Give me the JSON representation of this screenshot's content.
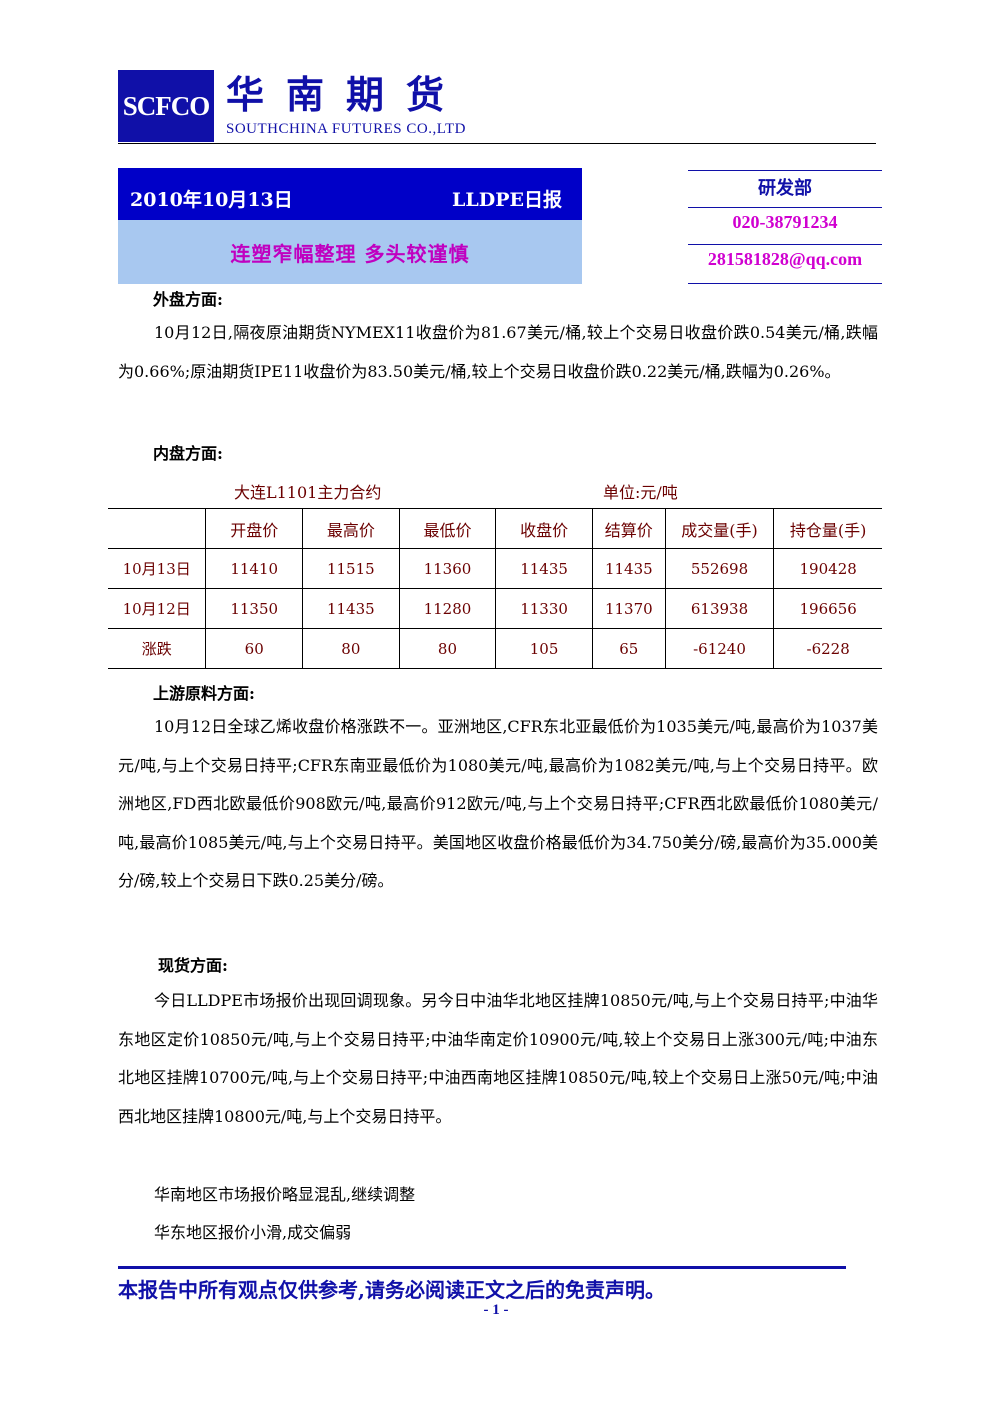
{
  "header": {
    "logo_text": "SCFCO",
    "company_cn": "华南期货",
    "company_en": "SOUTHCHINA FUTURES CO.,LTD"
  },
  "title": {
    "date": "2010年10月13日",
    "report": "LLDPE日报",
    "headline": "连塑窄幅整理 多头较谨慎"
  },
  "contact": {
    "dept": "研发部",
    "phone": "020-38791234",
    "email": "281581828@qq.com"
  },
  "sections": {
    "foreign": {
      "heading": "外盘方面:",
      "text": "10月12日,隔夜原油期货NYMEX11收盘价为81.67美元/桶,较上个交易日收盘价跌0.54美元/桶,跌幅为0.66%;原油期货IPE11收盘价为83.50美元/桶,较上个交易日收盘价跌0.22美元/桶,跌幅为0.26%。"
    },
    "domestic": {
      "heading": "内盘方面:",
      "caption": "大连L1101主力合约",
      "unit": "单位:元/吨"
    },
    "upstream": {
      "heading": "上游原料方面:",
      "text": "10月12日全球乙烯收盘价格涨跌不一。亚洲地区,CFR东北亚最低价为1035美元/吨,最高价为1037美元/吨,与上个交易日持平;CFR东南亚最低价为1080美元/吨,最高价为1082美元/吨,与上个交易日持平。欧洲地区,FD西北欧最低价908欧元/吨,最高价912欧元/吨,与上个交易日持平;CFR西北欧最低价1080美元/吨,最高价1085美元/吨,与上个交易日持平。美国地区收盘价格最低价为34.750美分/磅,最高价为35.000美分/磅,较上个交易日下跌0.25美分/磅。"
    },
    "spot": {
      "heading": "现货方面:",
      "text": "今日LLDPE市场报价出现回调现象。另今日中油华北地区挂牌10850元/吨,与上个交易日持平;中油华东地区定价10850元/吨,与上个交易日持平;中油华南定价10900元/吨,较上个交易日上涨300元/吨;中油东北地区挂牌10700元/吨,与上个交易日持平;中油西南地区挂牌10850元/吨,较上个交易日上涨50元/吨;中油西北地区挂牌10800元/吨,与上个交易日持平。",
      "line2": "华南地区市场报价略显混乱,继续调整",
      "line3": "华东地区报价小滑,成交偏弱"
    }
  },
  "table": {
    "columns": [
      "",
      "开盘价",
      "最高价",
      "最低价",
      "收盘价",
      "结算价",
      "成交量(手)",
      "持仓量(手)"
    ],
    "rows": [
      [
        "10月13日",
        "11410",
        "11515",
        "11360",
        "11435",
        "11435",
        "552698",
        "190428"
      ],
      [
        "10月12日",
        "11350",
        "11435",
        "11280",
        "11330",
        "11370",
        "613938",
        "196656"
      ],
      [
        "涨跌",
        "60",
        "80",
        "80",
        "105",
        "65",
        "-61240",
        "-6228"
      ]
    ]
  },
  "footer": {
    "disclaimer": "本报告中所有观点仅供参考,请务必阅读正文之后的免责声明。",
    "page": "- 1 -"
  }
}
